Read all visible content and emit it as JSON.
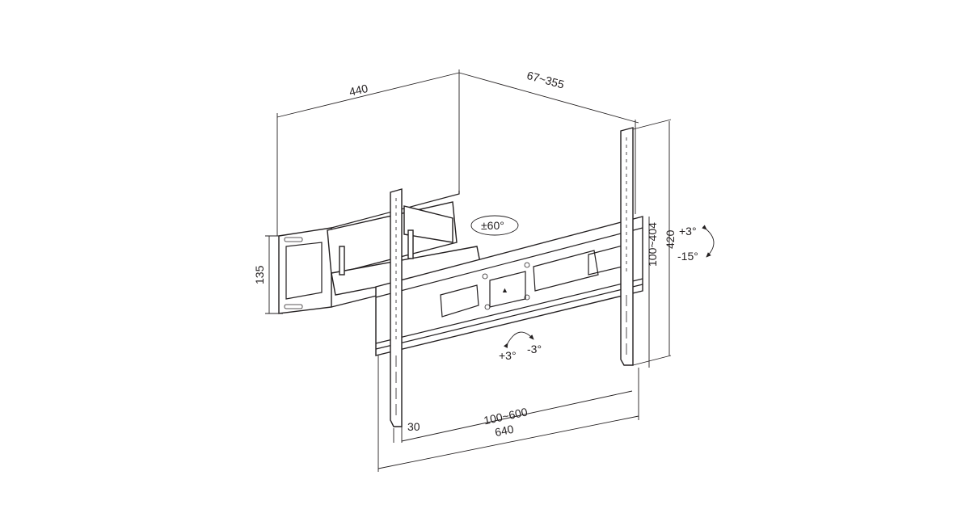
{
  "dimensions": {
    "wall_depth": "440",
    "extension": "67~355",
    "wall_plate_height": "135",
    "swivel": "±60°",
    "vesa_vertical": "100~404",
    "bracket_height": "420",
    "tilt_up": "+3°",
    "tilt_down": "-15°",
    "level_plus": "+3°",
    "level_minus": "-3°",
    "vesa_horizontal": "100~600",
    "rail_width": "640",
    "offset": "30"
  },
  "colors": {
    "line": "#231f20",
    "background": "#ffffff"
  }
}
